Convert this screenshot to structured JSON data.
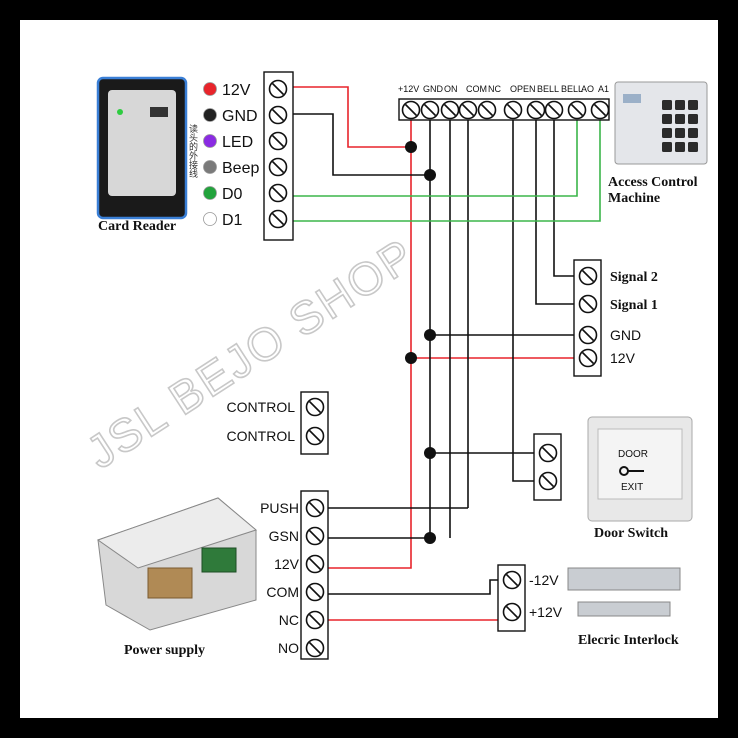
{
  "watermark": "JSL BEJO SHOP",
  "card_reader": {
    "caption": "Card Reader",
    "side_text": "读头的外接线",
    "pins": [
      {
        "label": "12V",
        "color": "#e8242b"
      },
      {
        "label": "GND",
        "color": "#222222"
      },
      {
        "label": "LED",
        "color": "#8a2be2"
      },
      {
        "label": "Beep",
        "color": "#7a7a7a"
      },
      {
        "label": "D0",
        "color": "#22a33c"
      },
      {
        "label": "D1",
        "color": "#ffffff"
      }
    ]
  },
  "access_control": {
    "caption_line1": "Access Control",
    "caption_line2": "Machine",
    "terminals": [
      "+12V",
      "GND",
      "ON",
      "COM",
      "NC",
      "OPEN",
      "BELL",
      "BELL",
      "AO",
      "A1"
    ]
  },
  "signal_block": {
    "labels": [
      "Signal 2",
      "Signal 1",
      "GND",
      "12V"
    ]
  },
  "control_block": {
    "labels": [
      "CONTROL",
      "CONTROL"
    ]
  },
  "power_supply": {
    "caption": "Power supply",
    "terminals": [
      "PUSH",
      "GSN",
      "12V",
      "COM",
      "NC",
      "NO"
    ]
  },
  "door_switch": {
    "caption": "Door Switch",
    "text_top": "DOOR",
    "text_bottom": "EXIT"
  },
  "interlock": {
    "caption": "Elecric Interlock",
    "labels": [
      "-12V",
      "+12V"
    ]
  },
  "colors": {
    "red": "#e8242b",
    "black": "#111111",
    "green": "#3bb54a"
  }
}
